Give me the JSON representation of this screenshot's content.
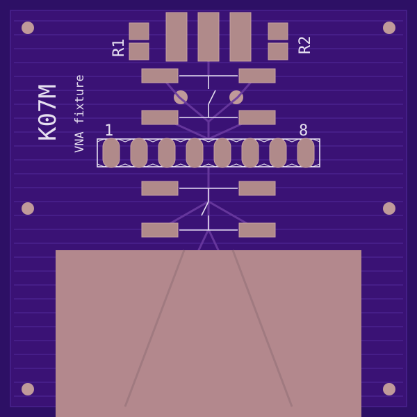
{
  "board": {
    "callsign": "K07M",
    "subtitle": "VNA fixture",
    "ref_r1": "R1",
    "ref_r2": "R2",
    "pin_first": "1",
    "pin_last": "8"
  },
  "colors": {
    "substrate": "#2d1065",
    "soldermask": "#3b1278",
    "copper_stripe": "#4a2290",
    "pad": "#b08a8a",
    "pad_edge": "#c8a3a3",
    "silkscreen": "#e6e0f0",
    "trace": "#7a4aa8",
    "pour": "#b3888d"
  },
  "icons": {
    "mounting_hole": "mounting-hole-icon",
    "switch_symbol": "switch-symbol-icon"
  }
}
